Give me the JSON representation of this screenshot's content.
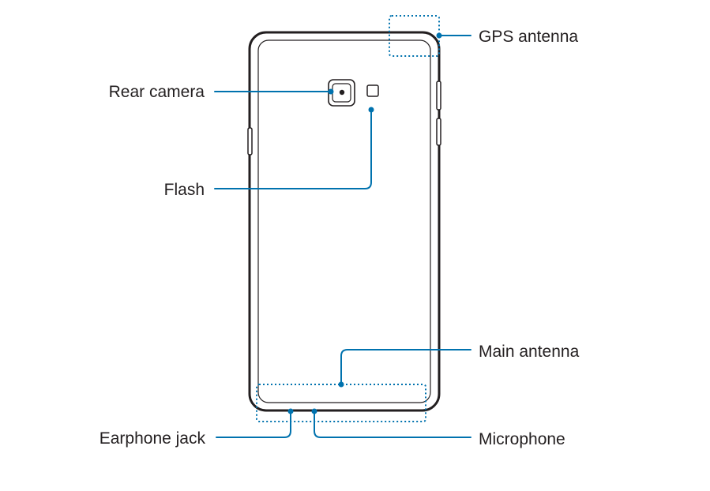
{
  "diagram": {
    "title": "",
    "accent_color": "#0072ae",
    "outline_color": "#231f20",
    "labels": {
      "gps_antenna": "GPS antenna",
      "rear_camera": "Rear camera",
      "flash": "Flash",
      "main_antenna": "Main antenna",
      "earphone_jack": "Earphone jack",
      "microphone": "Microphone"
    },
    "icons": {
      "phone": "phone-back-outline",
      "camera": "rear-camera-icon",
      "flash": "flash-icon"
    }
  }
}
